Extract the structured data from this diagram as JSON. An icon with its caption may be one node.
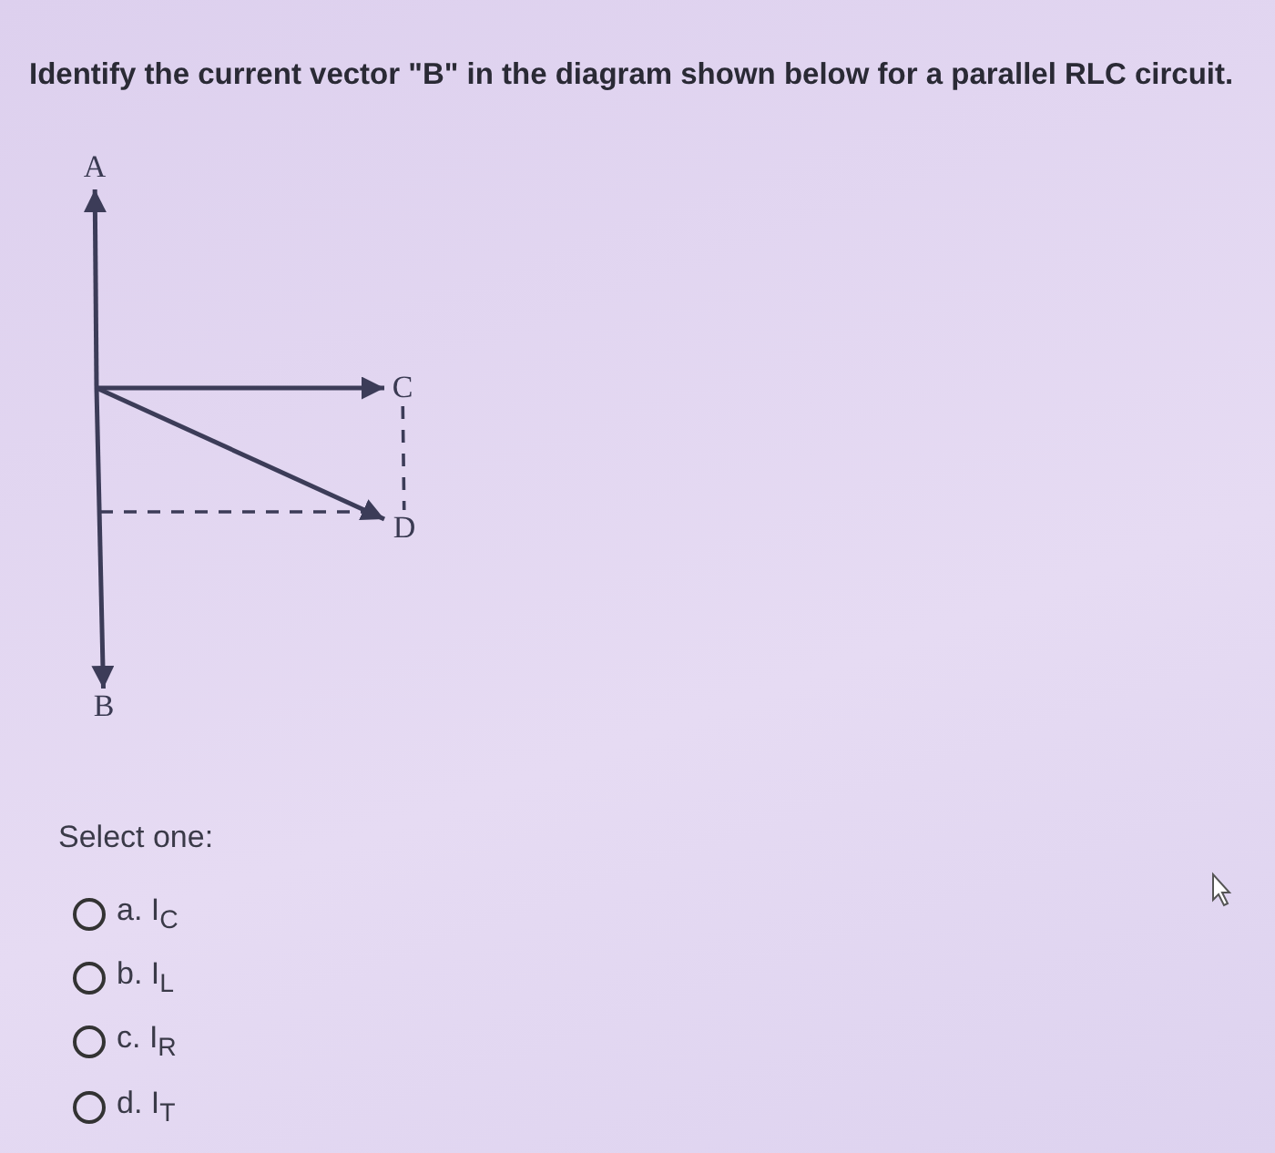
{
  "diagram": {
    "title": "Identify the current vector \"B\" in the diagram shown below for a parallel RLC circuit.",
    "nodes": [
      {
        "text": [
          "A"
        ]
      },
      {
        "text": [
          "B"
        ]
      },
      {
        "text": [
          "C"
        ]
      },
      {
        "text": [
          "D"
        ]
      }
    ],
    "edges": [
      {
        "from": null,
        "to": 0,
        "arrow": "to"
      },
      {
        "from": null,
        "to": 1,
        "arrow": "to"
      },
      {
        "from": null,
        "to": 2,
        "arrow": "to"
      },
      {
        "from": null,
        "to": 3,
        "arrow": "to"
      },
      {
        "from": 2,
        "to": 3,
        "arrow": "none",
        "style": "dashed"
      },
      {
        "from": null,
        "to": 3,
        "arrow": "none",
        "style": "dashed"
      }
    ],
    "labels": [
      "Select one:",
      "a. I$_{C}$",
      "b. I$_{L}$",
      "c. I$_{R}$",
      "d. I$_{T}$"
    ]
  }
}
